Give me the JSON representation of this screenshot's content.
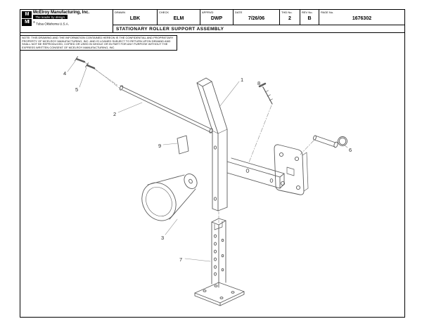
{
  "page": {
    "background": "#ffffff",
    "line_color": "#5a5a5a",
    "leader_color": "#8a8a8a",
    "border_color": "#000000"
  },
  "title_block": {
    "logo_top": "M",
    "logo_bottom": "MI",
    "company": "McElroy Manufacturing, Inc.",
    "tagline": "The leader by design.",
    "registered_mark": "®",
    "location": "Tulsa Oklahoma U.S.A.",
    "fields": [
      {
        "label": "DRAWN",
        "value": "LBK"
      },
      {
        "label": "CHECK",
        "value": "ELM"
      },
      {
        "label": "APPRVD",
        "value": "DWP"
      },
      {
        "label": "DATE",
        "value": "7/26/06"
      },
      {
        "label": "THD No.",
        "value": "2"
      },
      {
        "label": "REV No.",
        "value": "B"
      },
      {
        "label": "PAGE No.",
        "value": "1676302"
      }
    ],
    "title": "STATIONARY ROLLER SUPPORT ASSEMBLY"
  },
  "notice": "NOTE: THIS DRAWING AND THE INFORMATION CONTAINED HEREON IS THE CONFIDENTIAL AND PROPRIETARY PROPERTY OF McELROY MANUFACTURING, INC. AND IS LOANED SUBJECT TO RETURN UPON DEMAND AND SHALL NOT BE REPRODUCED, COPIED OR USED IN WHOLE OR IN PART FOR ANY PURPOSE WITHOUT THE EXPRESS WRITTEN CONSENT OF McELROY MANUFACTURING, INC.",
  "callouts": [
    "1",
    "2",
    "3",
    "4",
    "5",
    "6",
    "7",
    "8",
    "9"
  ]
}
